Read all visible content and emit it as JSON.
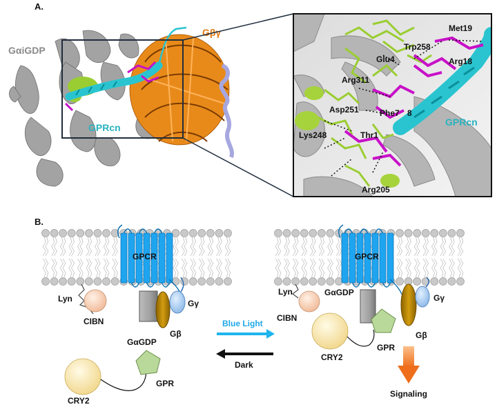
{
  "panel_a": {
    "label": "A.",
    "overview": {
      "galpha_label": "GαiGDP",
      "gbg_label": "Gβγ",
      "peptide_label": "GPRcn"
    },
    "zoom": {
      "residues": [
        "Met19",
        "Trp258",
        "Glu4",
        "Arg18",
        "Arg311",
        "Asp251",
        "Phe7",
        "8",
        "Lys248",
        "Thr1",
        "Arg205"
      ],
      "peptide_label": "GPRcn"
    }
  },
  "panel_b": {
    "label": "B.",
    "left": {
      "gpcr": "GPCR",
      "lyn": "Lyn",
      "cibn": "CIBN",
      "galpha": "GαGDP",
      "gbeta": "Gβ",
      "ggamma": "Gγ",
      "cry2": "CRY2",
      "gpr": "GPR"
    },
    "arrows": {
      "forward": "Blue Light",
      "reverse": "Dark"
    },
    "right": {
      "gpcr": "GPCR",
      "lyn": "Lyn",
      "cibn": "CIBN",
      "galpha": "GαGDP",
      "gbeta": "Gβ",
      "ggamma": "Gγ",
      "cry2": "CRY2",
      "gpr": "GPR",
      "signaling": "Signaling"
    }
  },
  "colors": {
    "galpha_gray": "#9a9a9a",
    "gbeta_orange": "#e07b12",
    "gamma_lavender": "#a7a7e0",
    "peptide_cyan": "#29c4d0",
    "peptide_magenta": "#c810c8",
    "residue_green": "#9acd32",
    "gpcr_blue": "#1fa5f0",
    "blue_light_arrow": "#1fb5ee",
    "cibn_peach": "#f7c6a8",
    "cry2_yellow": "#f8e2a0",
    "gpr_green": "#b9d99a",
    "galpha_box": "#a9a9a9",
    "gbeta_gold": "#b8860b",
    "ggamma_blue": "#9fc5ea",
    "signaling_orange": "#f07f2a"
  }
}
